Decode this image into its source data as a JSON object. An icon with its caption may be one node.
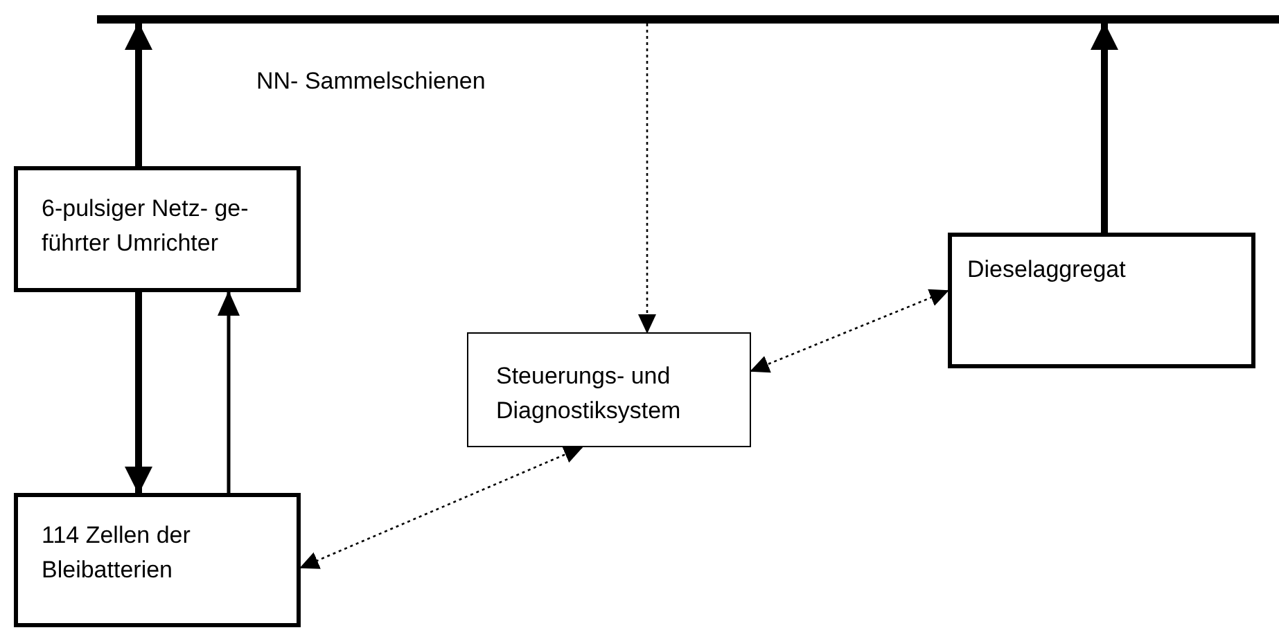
{
  "diagram": {
    "nodes": [
      {
        "text": [],
        "shape": "bar",
        "beside": [
          "NN- Sammelschienen"
        ]
      },
      {
        "text": [
          "6-pulsiger Netz- ge- führter Umrichter"
        ]
      },
      {
        "text": [
          "Steuerungs- und Diagnostiksystem"
        ]
      },
      {
        "text": [
          "Dieselaggregat"
        ]
      },
      {
        "text": [
          "114 Zellen der Bleibatterien"
        ]
      }
    ],
    "edges": [
      {
        "from": 1,
        "to": 0,
        "arrow": "to",
        "style": "thick"
      },
      {
        "from": 3,
        "to": 0,
        "arrow": "to",
        "style": "thick"
      },
      {
        "from": 0,
        "to": 2,
        "arrow": "to",
        "style": "dashed"
      },
      {
        "from": 2,
        "to": 3,
        "arrow": "both",
        "style": "dashed"
      },
      {
        "from": 1,
        "to": 4,
        "arrow": "to",
        "style": "thick"
      },
      {
        "from": 4,
        "to": 1,
        "arrow": "to"
      },
      {
        "from": 2,
        "to": 4,
        "arrow": "both",
        "style": "dashed"
      }
    ]
  }
}
